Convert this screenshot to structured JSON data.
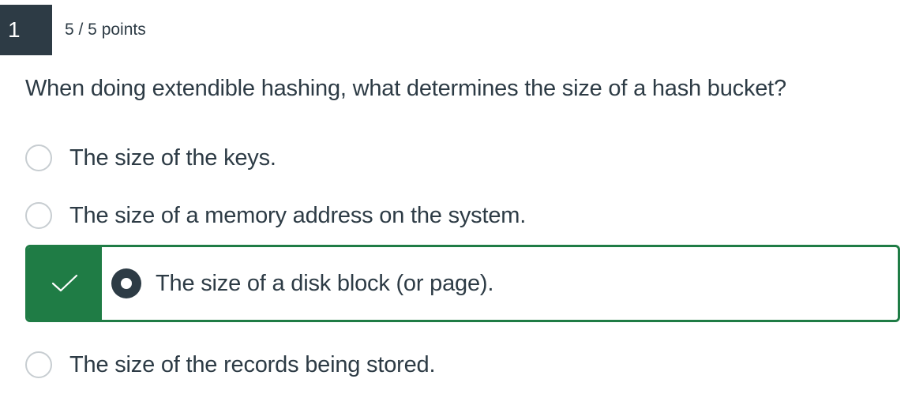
{
  "question": {
    "number": "1",
    "points": "5 / 5 points",
    "text": "When doing extendible hashing, what determines the size of a hash bucket?"
  },
  "answers": [
    {
      "label": "The size of the keys.",
      "selected": false,
      "correct": false
    },
    {
      "label": "The size of a memory address on the system.",
      "selected": false,
      "correct": false
    },
    {
      "label": "The size of a disk block (or page).",
      "selected": true,
      "correct": true
    },
    {
      "label": "The size of the records being stored.",
      "selected": false,
      "correct": false
    }
  ],
  "colors": {
    "correct_green": "#1f7c45",
    "header_dark": "#2d3b45",
    "radio_border": "#c7cdd1"
  },
  "icons": {
    "correct_marker": "checkmark-icon"
  }
}
